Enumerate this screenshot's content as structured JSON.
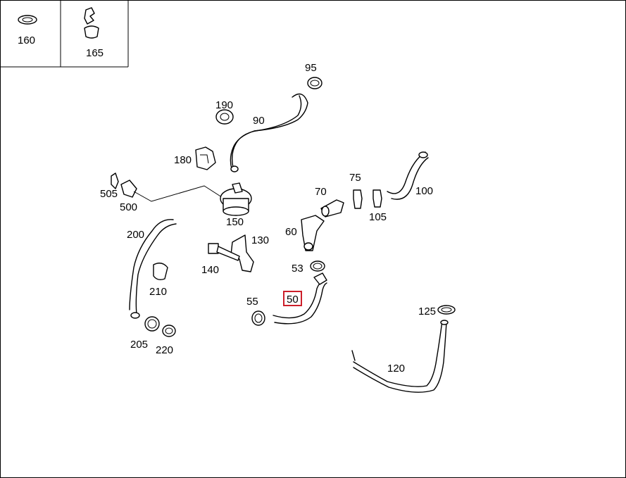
{
  "diagram": {
    "highlight_color": "#cc1f2a",
    "inset_labels": {
      "p160": "160",
      "p165": "165"
    },
    "labels": {
      "p95": "95",
      "p190": "190",
      "p90": "90",
      "p180": "180",
      "p505": "505",
      "p500": "500",
      "p150": "150",
      "p70": "70",
      "p75": "75",
      "p100": "100",
      "p105": "105",
      "p60": "60",
      "p130": "130",
      "p200": "200",
      "p140": "140",
      "p53": "53",
      "p210": "210",
      "p55": "55",
      "p50": "50",
      "p125": "125",
      "p205": "205",
      "p220": "220",
      "p120": "120"
    },
    "highlighted_part": "50"
  }
}
